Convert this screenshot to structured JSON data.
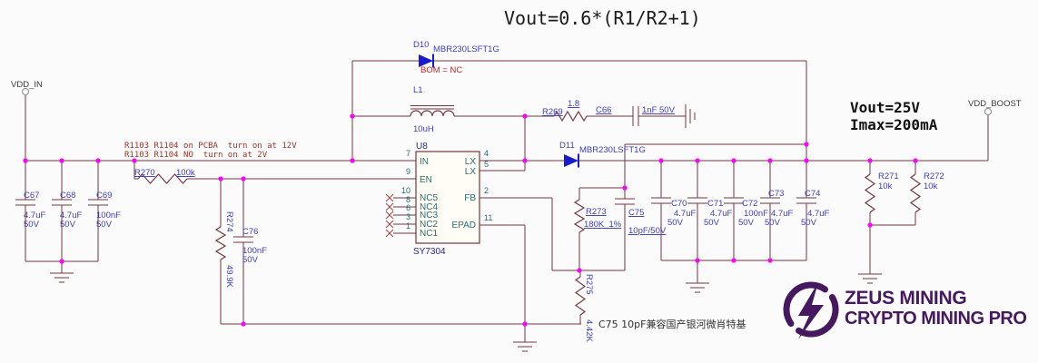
{
  "title": "Vout=0.6*(R1/R2+1)",
  "spec": {
    "vout": "Vout=25V",
    "imax": "Imax=200mA"
  },
  "nets": {
    "vdd_in": "VDD_IN",
    "vdd_boost": "VDD_BOOST"
  },
  "notes": {
    "pcba1": "R1103 R1104 on PCBA  turn on at 12V",
    "pcba2": "R1103 R1104 NO  turn on at 2V",
    "bom": "BOM = NC",
    "cn": "C75 10pF兼容国产银河微肖特基"
  },
  "u8": {
    "ref": "U8",
    "part": "SY7304",
    "pins_left": [
      {
        "num": "7",
        "name": "IN"
      },
      {
        "num": "9",
        "name": "EN"
      },
      {
        "num": "10",
        "name": "NC5"
      },
      {
        "num": "8",
        "name": "NC4"
      },
      {
        "num": "6",
        "name": "NC3"
      },
      {
        "num": "3",
        "name": "NC2"
      },
      {
        "num": "1",
        "name": "NC1"
      }
    ],
    "pins_right": [
      {
        "num": "4",
        "name": "LX"
      },
      {
        "num": "5",
        "name": "LX"
      },
      {
        "num": "2",
        "name": "FB"
      },
      {
        "num": "11",
        "name": "EPAD"
      }
    ]
  },
  "parts": {
    "c67": {
      "ref": "C67",
      "value": "4.7uF",
      "volt": "50V"
    },
    "c68": {
      "ref": "C68",
      "value": "4.7uF",
      "volt": "50V"
    },
    "c69": {
      "ref": "C69",
      "value": "100nF",
      "volt": "50V"
    },
    "c76": {
      "ref": "C76",
      "value": "100nF",
      "volt": "50V"
    },
    "c66": {
      "ref": "C66",
      "value": "1nF 50V"
    },
    "c75": {
      "ref": "C75",
      "value": "10pF/50V"
    },
    "c70": {
      "ref": "C70",
      "value": "4.7uF",
      "volt": "50V"
    },
    "c71": {
      "ref": "C71",
      "value": "4.7uF",
      "volt": "50V"
    },
    "c72": {
      "ref": "C72",
      "value": "100nF",
      "volt": "50V"
    },
    "c73": {
      "ref": "C73",
      "value": "4.7uF",
      "volt": "50V"
    },
    "c74": {
      "ref": "C74",
      "value": "4.7uF",
      "volt": "50V"
    },
    "r270": {
      "ref": "R270",
      "value": "100k"
    },
    "r274": {
      "ref": "R274",
      "value": "49.9K"
    },
    "r269": {
      "ref": "R269",
      "value": "1.8"
    },
    "r273": {
      "ref": "R273",
      "value": "180K_1%"
    },
    "r275": {
      "ref": "R275",
      "value": "4.42K"
    },
    "r271": {
      "ref": "R271",
      "value": "10k"
    },
    "r272": {
      "ref": "R272",
      "value": "10k"
    },
    "l1": {
      "ref": "L1",
      "value": "10uH"
    },
    "d10": {
      "ref": "D10",
      "part": "MBR230LSFT1G"
    },
    "d11": {
      "ref": "D11",
      "part": "MBR230LSFT1G"
    }
  },
  "logo": {
    "line1": "ZEUS MINING",
    "line2": "CRYPTO MINING PRO"
  },
  "colors": {
    "wire": "#733640",
    "junction": "#ff00ff",
    "designator_blue": "#3d3dc2",
    "pin_teal": "#2c6e6e",
    "diode_blue": "#1a1acd",
    "note_red": "#a03328",
    "bom_red": "#cc2222",
    "logo_purple": "#45185f"
  }
}
